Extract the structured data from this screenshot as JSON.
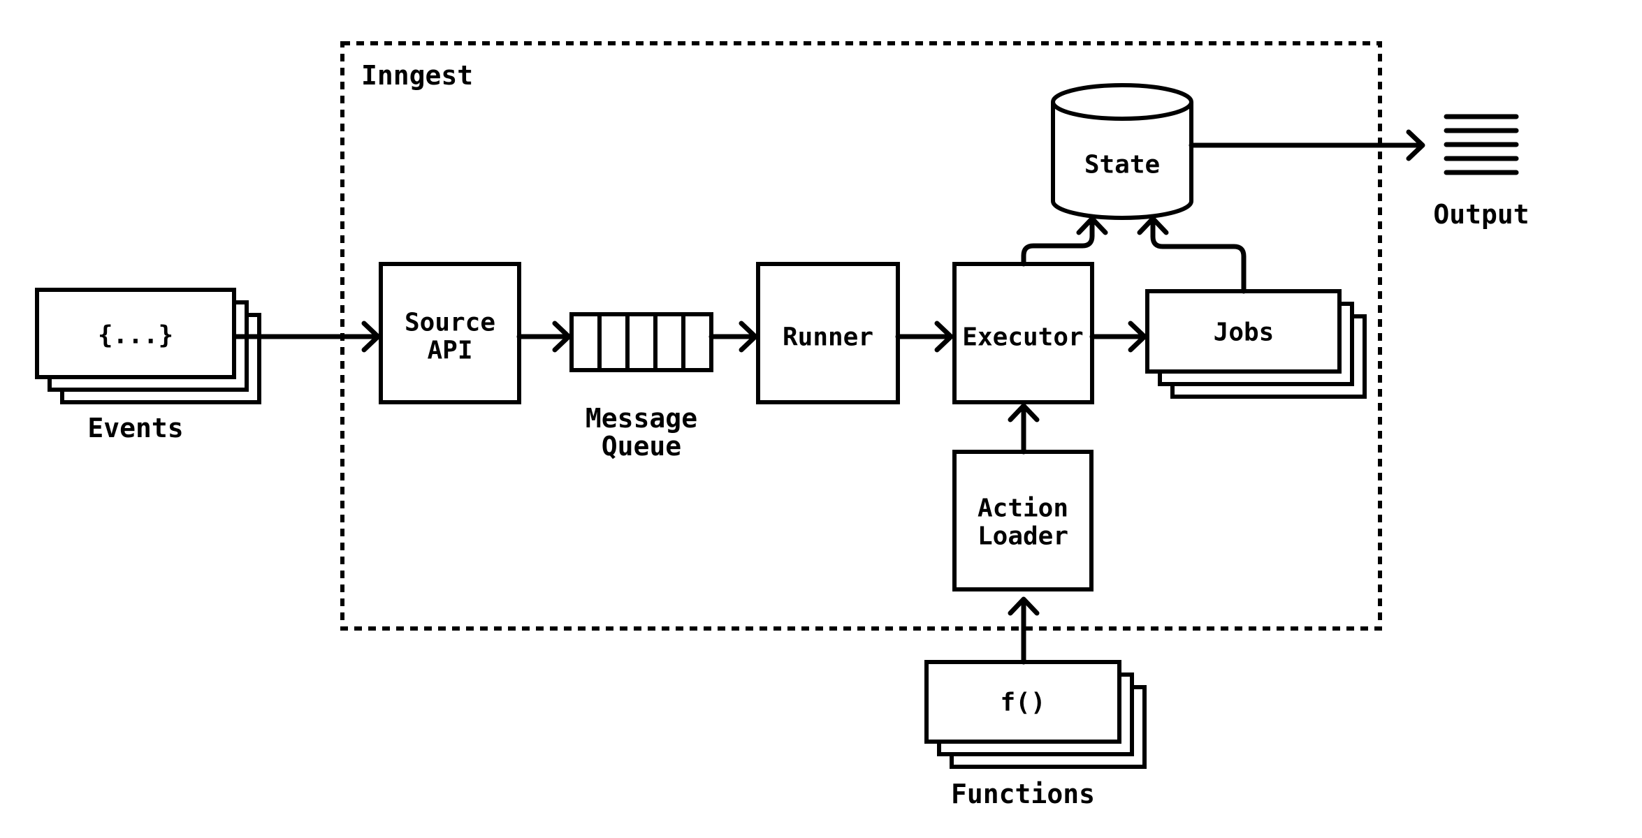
{
  "diagram": {
    "boundary": {
      "label": "Inngest"
    },
    "nodes": {
      "events": {
        "code": "{...}",
        "caption": "Events"
      },
      "source_api": {
        "label_line1": "Source",
        "label_line2": "API"
      },
      "message_queue": {
        "caption_line1": "Message",
        "caption_line2": "Queue",
        "slots": 5
      },
      "runner": {
        "label": "Runner"
      },
      "executor": {
        "label": "Executor"
      },
      "jobs": {
        "label": "Jobs"
      },
      "state": {
        "label": "State"
      },
      "action_loader": {
        "label_line1": "Action",
        "label_line2": "Loader"
      },
      "functions": {
        "code": "f()",
        "caption": "Functions"
      },
      "output": {
        "caption": "Output"
      }
    },
    "edges": [
      {
        "from": "events",
        "to": "source_api"
      },
      {
        "from": "source_api",
        "to": "message_queue"
      },
      {
        "from": "message_queue",
        "to": "runner"
      },
      {
        "from": "runner",
        "to": "executor"
      },
      {
        "from": "executor",
        "to": "jobs"
      },
      {
        "from": "executor",
        "to": "state"
      },
      {
        "from": "jobs",
        "to": "state"
      },
      {
        "from": "state",
        "to": "output"
      },
      {
        "from": "action_loader",
        "to": "executor"
      },
      {
        "from": "functions",
        "to": "action_loader"
      }
    ],
    "colors": {
      "line": "#000000",
      "background": "#ffffff",
      "fill": "#ffffff"
    }
  }
}
